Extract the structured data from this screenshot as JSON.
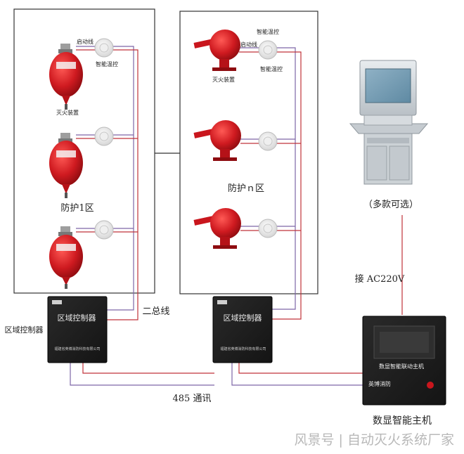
{
  "zone1": {
    "name": "防护1区",
    "device_label": "灭火装置",
    "start_line_label": "启动线",
    "sensor_label": "智能温控"
  },
  "zonen": {
    "name": "防护ｎ区",
    "device_label": "灭火装置",
    "start_line_label": "启动线",
    "sensor_label_top": "智能温控",
    "sensor_label_bottom": "智能温控"
  },
  "controller": {
    "side_label": "区域控制器",
    "panel_title": "区域控制器",
    "company": "福建省英博消防科技有限公司"
  },
  "bus_label": "二总线",
  "comm_label": "485 通讯",
  "power_label": "接 AC220V",
  "workstation_label": "（多款可选）",
  "host": {
    "name": "数显智能主机",
    "screen_title": "数显智能联动主机",
    "brand": "英博消防"
  },
  "watermark": "风景号 | 自动灭火系统厂家",
  "colors": {
    "line_red": "#c0333a",
    "line_purple": "#7d66a6",
    "extinguisher_red": "#c9161d",
    "box_dark": "#1e1e1e"
  }
}
